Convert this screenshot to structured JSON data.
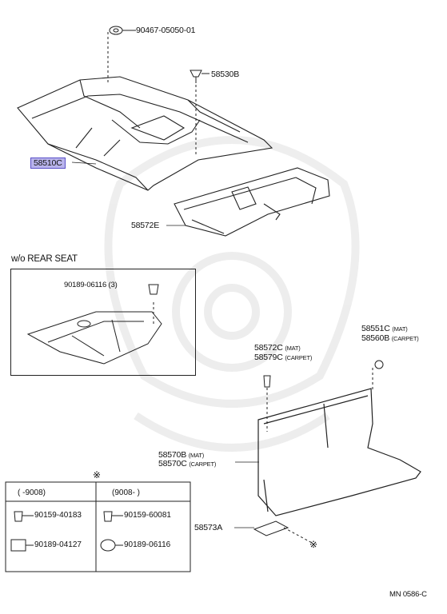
{
  "parts": {
    "clip_top": "90467-05050-01",
    "clip_front": "58530B",
    "front_carpet": "58510C",
    "rear_floor_cover": "58572E",
    "inset_title": "w/o REAR SEAT",
    "inset_clip": "90189-06116 (3)",
    "rear_mat_a_no": "58572C",
    "rear_mat_a_tag": "(MAT)",
    "rear_mat_b_no": "58579C",
    "rear_mat_b_tag": "(CARPET)",
    "clip_right_a_no": "58551C",
    "clip_right_a_tag": "(MAT)",
    "clip_right_b_no": "58560B",
    "clip_right_b_tag": "(CARPET)",
    "luggage_a_no": "58570B",
    "luggage_a_tag": "(MAT)",
    "luggage_b_no": "58570C",
    "luggage_b_tag": "(CARPET)",
    "bracket": "58573A"
  },
  "table": {
    "marker": "※",
    "col1_header": "(      -9008)",
    "col2_header": "(9008-       )",
    "col1_part1": "90159-40183",
    "col1_part2": "90189-04127",
    "col2_part1": "90159-60081",
    "col2_part2": "90189-06116"
  },
  "marker_small": "※",
  "footer_code": "MN  0586-C",
  "colors": {
    "highlight": "#b9b4ec",
    "highlight_border": "#5a50c8",
    "line": "#222222"
  }
}
